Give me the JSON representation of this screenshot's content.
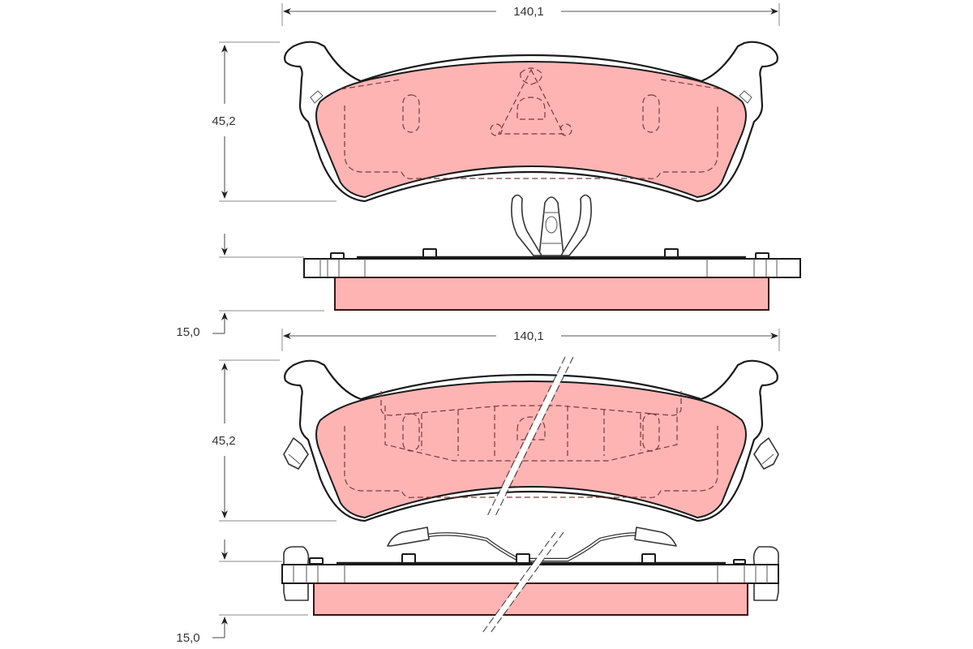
{
  "drawing": {
    "subject": "Brake pad set technical drawing",
    "colors": {
      "friction_material": "#ffb4b4",
      "outline": "#1a1a1a",
      "dimension_lines": "#555555",
      "background": "#ffffff"
    },
    "pads": [
      {
        "id": "pad-1",
        "views": [
          "front",
          "side"
        ],
        "dimensions": {
          "width": "140,1",
          "height": "45,2",
          "thickness": "15,0"
        },
        "accessory": "center spring clip (three-prong)"
      },
      {
        "id": "pad-2",
        "views": [
          "front",
          "side"
        ],
        "dimensions": {
          "width": "140,1",
          "height": "45,2",
          "thickness": "15,0"
        },
        "accessory": "wire retaining spring with wear indicator tabs",
        "break_marks": true
      }
    ]
  }
}
